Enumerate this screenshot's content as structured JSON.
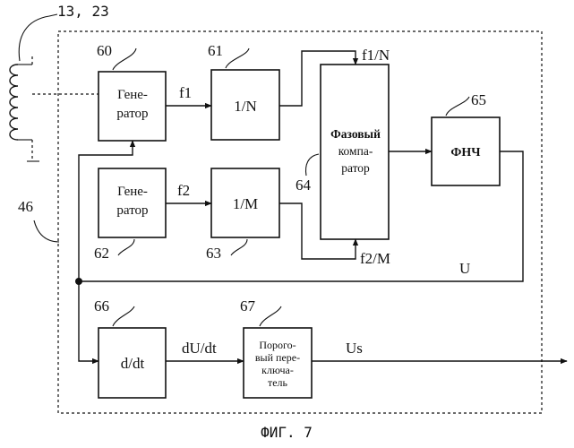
{
  "figure": {
    "caption": "ФИГ. 7",
    "ref_coil": "13, 23",
    "ref_frame": "46"
  },
  "blocks": {
    "gen1": {
      "ref": "60",
      "lines": [
        "Гене-",
        "ратор"
      ]
    },
    "div_n": {
      "ref": "61",
      "label": "1/N"
    },
    "gen2": {
      "ref": "62",
      "lines": [
        "Гене-",
        "ратор"
      ]
    },
    "div_m": {
      "ref": "63",
      "label": "1/M"
    },
    "phase": {
      "ref": "64",
      "lines": [
        "Фазовый",
        "компа-",
        "ратор"
      ]
    },
    "lpf": {
      "ref": "65",
      "label": "ФНЧ"
    },
    "ddt": {
      "ref": "66",
      "label": "d/dt"
    },
    "threshold": {
      "ref": "67",
      "lines": [
        "Порого-",
        "вый пере-",
        "ключа-",
        "тель"
      ]
    }
  },
  "signals": {
    "f1": "f1",
    "f2": "f2",
    "f1n": "f1/N",
    "f2m": "f2/M",
    "u": "U",
    "du": "dU/dt",
    "us": "Us"
  }
}
